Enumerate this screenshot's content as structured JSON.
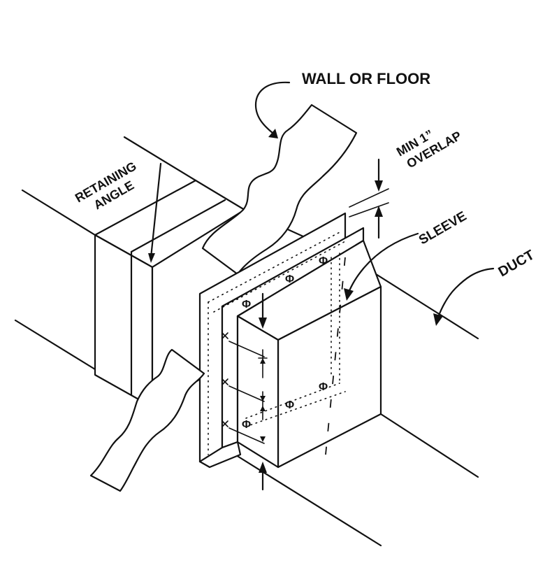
{
  "labels": {
    "wall_or_floor": "WALL OR FLOOR",
    "retaining_angle_line1": "RETAINING",
    "retaining_angle_line2": "ANGLE",
    "min_overlap_line1": "MIN 1”",
    "min_overlap_line2": "OVERLAP",
    "sleeve": "SLEEVE",
    "duct": "DUCT"
  },
  "fastener_symbol": "Φ"
}
